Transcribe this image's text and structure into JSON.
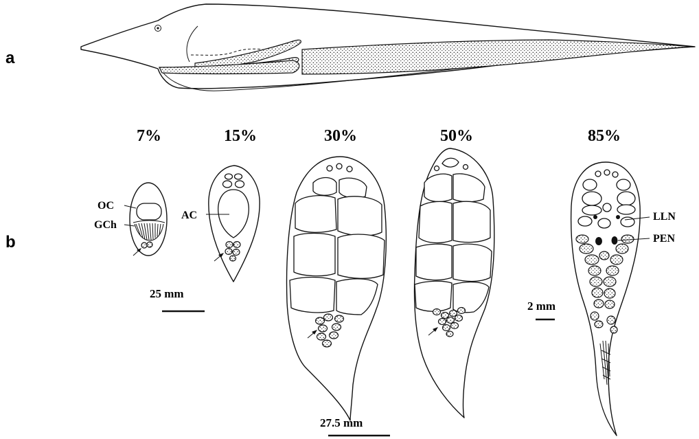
{
  "panel_a": {
    "letter": "a"
  },
  "panel_b": {
    "letter": "b",
    "sections": [
      {
        "percent": "7%"
      },
      {
        "percent": "15%"
      },
      {
        "percent": "30%"
      },
      {
        "percent": "50%"
      },
      {
        "percent": "85%"
      }
    ],
    "labels": {
      "oc": "OC",
      "gch": "GCh",
      "ac": "AC",
      "lln": "LLN",
      "pen": "PEN"
    },
    "scale_bars": {
      "small_sections": "25 mm",
      "mid_sections": "27.5 mm",
      "last_section": "2 mm"
    }
  }
}
